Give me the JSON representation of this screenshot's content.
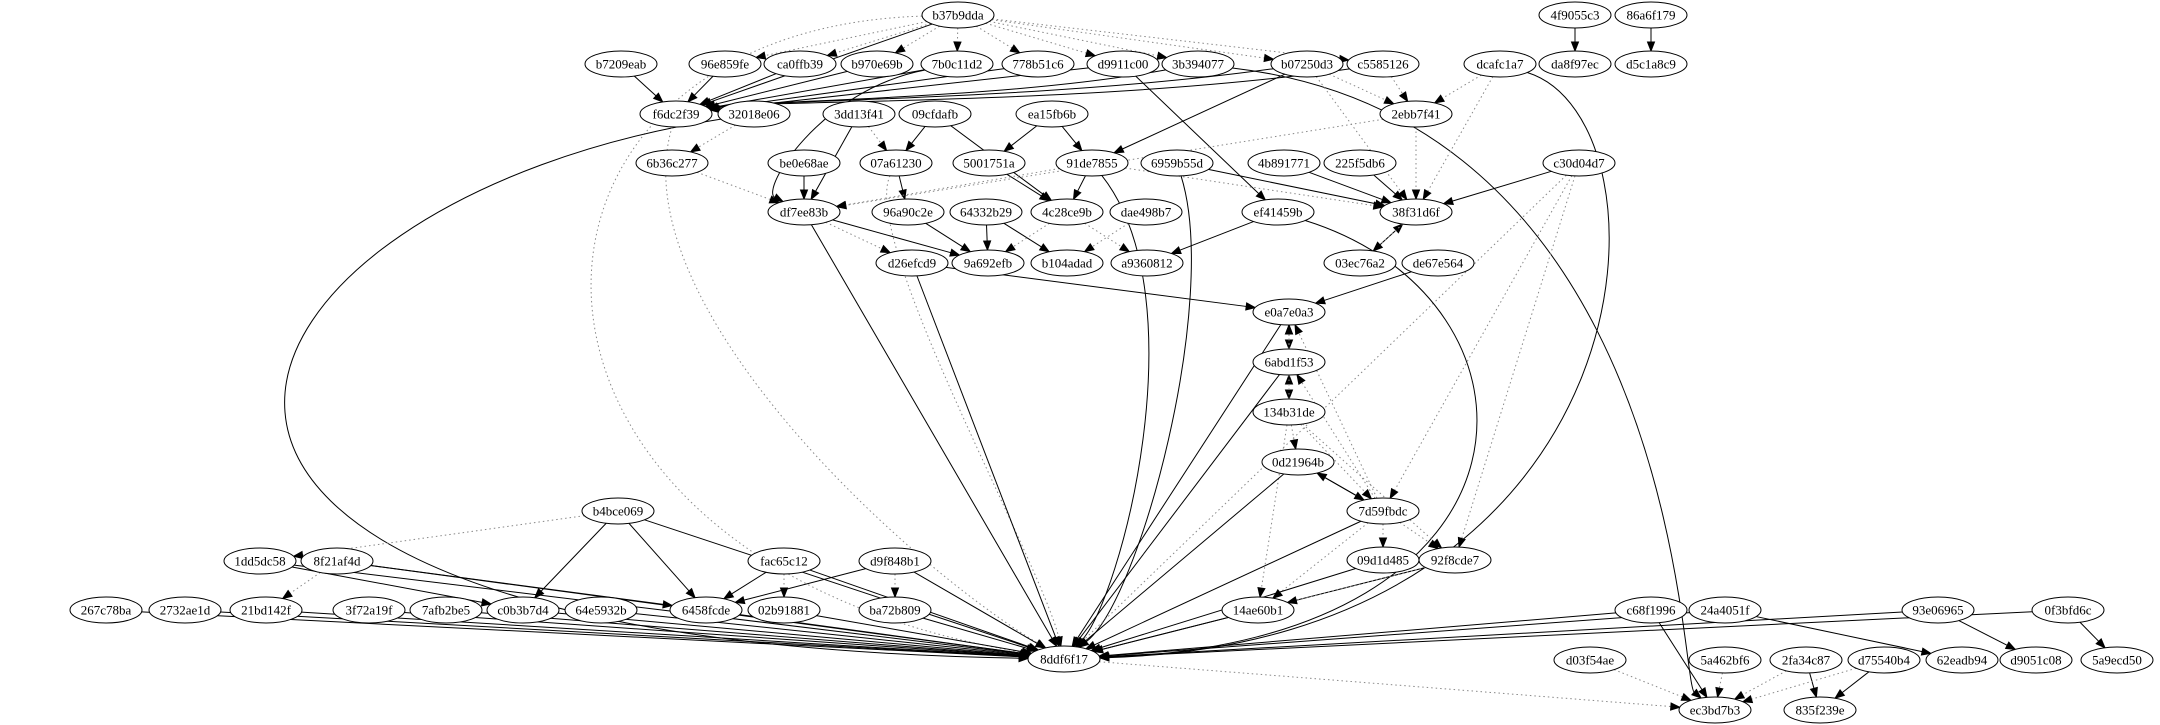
{
  "nodes": [
    "b37b9dda",
    "4f9055c3",
    "86a6f179",
    "b7209eab",
    "96e859fe",
    "ca0ffb39",
    "b970e69b",
    "7b0c11d2",
    "778b51c6",
    "d9911c00",
    "3b394077",
    "b07250d3",
    "c5585126",
    "dcafc1a7",
    "da8f97ec",
    "d5c1a8c9",
    "f6dc2f39",
    "32018e06",
    "3dd13f41",
    "09cfdafb",
    "ea15fb6b",
    "2ebb7f41",
    "6b36c277",
    "be0e68ae",
    "07a61230",
    "5001751a",
    "91de7855",
    "6959b55d",
    "4b891771",
    "225f5db6",
    "c30d04d7",
    "df7ee83b",
    "96a90c2e",
    "64332b29",
    "4c28ce9b",
    "dae498b7",
    "ef41459b",
    "38f31d6f",
    "d26efcd9",
    "9a692efb",
    "b104adad",
    "a9360812",
    "03ec76a2",
    "de67e564",
    "e0a7e0a3",
    "6abd1f53",
    "134b31de",
    "0d21964b",
    "7d59fbdc",
    "09d1d485",
    "92f8cde7",
    "14ae60b1",
    "b4bce069",
    "1dd5dc58",
    "8f21af4d",
    "fac65c12",
    "d9f848b1",
    "267c78ba",
    "2732ae1d",
    "21bd142f",
    "3f72a19f",
    "7afb2be5",
    "c0b3b7d4",
    "64e5932b",
    "6458fcde",
    "02b91881",
    "ba72b809",
    "c68f1996",
    "24a4051f",
    "93e06965",
    "0f3bfd6c",
    "8ddf6f17",
    "d03f54ae",
    "5a462bf6",
    "2fa34c87",
    "d75540b4",
    "62eadb94",
    "d9051c08",
    "5a9ecd50",
    "ec3bd7b3",
    "835f239e"
  ],
  "edges": [
    [
      "b37b9dda",
      "f6dc2f39",
      "solid"
    ],
    [
      "b37b9dda",
      "96e859fe",
      "dotted"
    ],
    [
      "b37b9dda",
      "ca0ffb39",
      "dotted"
    ],
    [
      "b37b9dda",
      "b970e69b",
      "dotted"
    ],
    [
      "b37b9dda",
      "7b0c11d2",
      "dotted"
    ],
    [
      "b37b9dda",
      "778b51c6",
      "dotted"
    ],
    [
      "b37b9dda",
      "d9911c00",
      "dotted"
    ],
    [
      "b37b9dda",
      "3b394077",
      "dotted"
    ],
    [
      "b37b9dda",
      "b07250d3",
      "dotted"
    ],
    [
      "b37b9dda",
      "c5585126",
      "dotted"
    ],
    [
      "b37b9dda",
      "8ddf6f17",
      "dotted"
    ],
    [
      "4f9055c3",
      "da8f97ec",
      "solid"
    ],
    [
      "86a6f179",
      "d5c1a8c9",
      "solid"
    ],
    [
      "b7209eab",
      "f6dc2f39",
      "solid"
    ],
    [
      "96e859fe",
      "f6dc2f39",
      "solid"
    ],
    [
      "ca0ffb39",
      "f6dc2f39",
      "solid"
    ],
    [
      "b970e69b",
      "f6dc2f39",
      "solid"
    ],
    [
      "7b0c11d2",
      "f6dc2f39",
      "solid"
    ],
    [
      "7b0c11d2",
      "df7ee83b",
      "solid"
    ],
    [
      "778b51c6",
      "f6dc2f39",
      "solid"
    ],
    [
      "d9911c00",
      "f6dc2f39",
      "solid"
    ],
    [
      "d9911c00",
      "ef41459b",
      "solid"
    ],
    [
      "3b394077",
      "f6dc2f39",
      "solid"
    ],
    [
      "3b394077",
      "ec3bd7b3",
      "solid"
    ],
    [
      "b07250d3",
      "f6dc2f39",
      "solid"
    ],
    [
      "b07250d3",
      "91de7855",
      "solid"
    ],
    [
      "b07250d3",
      "2ebb7f41",
      "dotted"
    ],
    [
      "b07250d3",
      "38f31d6f",
      "dotted"
    ],
    [
      "c5585126",
      "f6dc2f39",
      "solid"
    ],
    [
      "c5585126",
      "2ebb7f41",
      "dotted"
    ],
    [
      "dcafc1a7",
      "2ebb7f41",
      "dotted"
    ],
    [
      "dcafc1a7",
      "38f31d6f",
      "dotted"
    ],
    [
      "dcafc1a7",
      "8ddf6f17",
      "solid"
    ],
    [
      "32018e06",
      "8ddf6f17",
      "solid"
    ],
    [
      "32018e06",
      "6b36c277",
      "dotted"
    ],
    [
      "f6dc2f39",
      "8ddf6f17",
      "dotted"
    ],
    [
      "3dd13f41",
      "df7ee83b",
      "solid"
    ],
    [
      "3dd13f41",
      "07a61230",
      "dotted"
    ],
    [
      "09cfdafb",
      "07a61230",
      "solid"
    ],
    [
      "09cfdafb",
      "4c28ce9b",
      "solid"
    ],
    [
      "ea15fb6b",
      "5001751a",
      "solid"
    ],
    [
      "ea15fb6b",
      "91de7855",
      "solid"
    ],
    [
      "2ebb7f41",
      "df7ee83b",
      "dotted"
    ],
    [
      "2ebb7f41",
      "38f31d6f",
      "dotted"
    ],
    [
      "6b36c277",
      "df7ee83b",
      "dotted"
    ],
    [
      "be0e68ae",
      "df7ee83b",
      "solid"
    ],
    [
      "07a61230",
      "96a90c2e",
      "solid"
    ],
    [
      "07a61230",
      "8ddf6f17",
      "dotted"
    ],
    [
      "5001751a",
      "4c28ce9b",
      "solid"
    ],
    [
      "91de7855",
      "4c28ce9b",
      "solid"
    ],
    [
      "91de7855",
      "df7ee83b",
      "dotted"
    ],
    [
      "91de7855",
      "8ddf6f17",
      "solid"
    ],
    [
      "91de7855",
      "38f31d6f",
      "dotted"
    ],
    [
      "6959b55d",
      "38f31d6f",
      "solid"
    ],
    [
      "6959b55d",
      "8ddf6f17",
      "solid"
    ],
    [
      "4b891771",
      "38f31d6f",
      "solid"
    ],
    [
      "225f5db6",
      "38f31d6f",
      "solid"
    ],
    [
      "c30d04d7",
      "38f31d6f",
      "solid"
    ],
    [
      "c30d04d7",
      "7d59fbdc",
      "dotted"
    ],
    [
      "c30d04d7",
      "92f8cde7",
      "dotted"
    ],
    [
      "c30d04d7",
      "8ddf6f17",
      "dotted"
    ],
    [
      "df7ee83b",
      "9a692efb",
      "solid"
    ],
    [
      "df7ee83b",
      "d26efcd9",
      "dotted"
    ],
    [
      "df7ee83b",
      "8ddf6f17",
      "solid"
    ],
    [
      "96a90c2e",
      "9a692efb",
      "solid"
    ],
    [
      "64332b29",
      "9a692efb",
      "solid"
    ],
    [
      "64332b29",
      "b104adad",
      "solid"
    ],
    [
      "4c28ce9b",
      "9a692efb",
      "dotted"
    ],
    [
      "4c28ce9b",
      "a9360812",
      "dotted"
    ],
    [
      "dae498b7",
      "b104adad",
      "dotted"
    ],
    [
      "ef41459b",
      "a9360812",
      "solid"
    ],
    [
      "ef41459b",
      "8ddf6f17",
      "solid"
    ],
    [
      "03ec76a2",
      "38f31d6f",
      "solid"
    ],
    [
      "38f31d6f",
      "03ec76a2",
      "dotted"
    ],
    [
      "d26efcd9",
      "e0a7e0a3",
      "solid"
    ],
    [
      "d26efcd9",
      "8ddf6f17",
      "solid"
    ],
    [
      "de67e564",
      "e0a7e0a3",
      "solid"
    ],
    [
      "e0a7e0a3",
      "8ddf6f17",
      "solid"
    ],
    [
      "e0a7e0a3",
      "6abd1f53",
      "dotted"
    ],
    [
      "6abd1f53",
      "e0a7e0a3",
      "dotted"
    ],
    [
      "6abd1f53",
      "8ddf6f17",
      "solid"
    ],
    [
      "6abd1f53",
      "134b31de",
      "dotted"
    ],
    [
      "134b31de",
      "6abd1f53",
      "dotted"
    ],
    [
      "134b31de",
      "e0a7e0a3",
      "dotted"
    ],
    [
      "134b31de",
      "0d21964b",
      "dotted"
    ],
    [
      "134b31de",
      "14ae60b1",
      "dotted"
    ],
    [
      "134b31de",
      "7d59fbdc",
      "dotted"
    ],
    [
      "134b31de",
      "92f8cde7",
      "dotted"
    ],
    [
      "0d21964b",
      "7d59fbdc",
      "solid"
    ],
    [
      "7d59fbdc",
      "0d21964b",
      "solid"
    ],
    [
      "0d21964b",
      "8ddf6f17",
      "solid"
    ],
    [
      "7d59fbdc",
      "09d1d485",
      "dotted"
    ],
    [
      "7d59fbdc",
      "92f8cde7",
      "dotted"
    ],
    [
      "7d59fbdc",
      "14ae60b1",
      "dotted"
    ],
    [
      "7d59fbdc",
      "e0a7e0a3",
      "dotted"
    ],
    [
      "7d59fbdc",
      "6abd1f53",
      "dotted"
    ],
    [
      "7d59fbdc",
      "8ddf6f17",
      "solid"
    ],
    [
      "09d1d485",
      "8ddf6f17",
      "solid"
    ],
    [
      "92f8cde7",
      "8ddf6f17",
      "solid"
    ],
    [
      "92f8cde7",
      "14ae60b1",
      "dotted"
    ],
    [
      "14ae60b1",
      "8ddf6f17",
      "solid"
    ],
    [
      "b4bce069",
      "1dd5dc58",
      "dotted"
    ],
    [
      "b4bce069",
      "c0b3b7d4",
      "solid"
    ],
    [
      "b4bce069",
      "6458fcde",
      "solid"
    ],
    [
      "b4bce069",
      "8ddf6f17",
      "solid"
    ],
    [
      "1dd5dc58",
      "8ddf6f17",
      "solid"
    ],
    [
      "1dd5dc58",
      "c0b3b7d4",
      "solid"
    ],
    [
      "8f21af4d",
      "21bd142f",
      "dotted"
    ],
    [
      "8f21af4d",
      "6458fcde",
      "solid"
    ],
    [
      "8f21af4d",
      "8ddf6f17",
      "solid"
    ],
    [
      "fac65c12",
      "6458fcde",
      "solid"
    ],
    [
      "fac65c12",
      "02b91881",
      "dotted"
    ],
    [
      "fac65c12",
      "8ddf6f17",
      "solid"
    ],
    [
      "d9f848b1",
      "6458fcde",
      "solid"
    ],
    [
      "d9f848b1",
      "ba72b809",
      "dotted"
    ],
    [
      "d9f848b1",
      "8ddf6f17",
      "solid"
    ],
    [
      "267c78ba",
      "8ddf6f17",
      "solid"
    ],
    [
      "2732ae1d",
      "8ddf6f17",
      "solid"
    ],
    [
      "21bd142f",
      "8ddf6f17",
      "solid"
    ],
    [
      "3f72a19f",
      "8ddf6f17",
      "solid"
    ],
    [
      "7afb2be5",
      "8ddf6f17",
      "solid"
    ],
    [
      "c0b3b7d4",
      "8ddf6f17",
      "solid"
    ],
    [
      "64e5932b",
      "8ddf6f17",
      "solid"
    ],
    [
      "6458fcde",
      "8ddf6f17",
      "solid"
    ],
    [
      "02b91881",
      "8ddf6f17",
      "solid"
    ],
    [
      "ba72b809",
      "8ddf6f17",
      "solid"
    ],
    [
      "8ddf6f17",
      "ec3bd7b3",
      "dotted"
    ],
    [
      "c68f1996",
      "8ddf6f17",
      "solid"
    ],
    [
      "c68f1996",
      "ec3bd7b3",
      "solid"
    ],
    [
      "24a4051f",
      "8ddf6f17",
      "solid"
    ],
    [
      "24a4051f",
      "62eadb94",
      "solid"
    ],
    [
      "93e06965",
      "8ddf6f17",
      "solid"
    ],
    [
      "93e06965",
      "d9051c08",
      "solid"
    ],
    [
      "0f3bfd6c",
      "8ddf6f17",
      "solid"
    ],
    [
      "0f3bfd6c",
      "5a9ecd50",
      "solid"
    ],
    [
      "d03f54ae",
      "ec3bd7b3",
      "dotted"
    ],
    [
      "5a462bf6",
      "ec3bd7b3",
      "dotted"
    ],
    [
      "2fa34c87",
      "ec3bd7b3",
      "dotted"
    ],
    [
      "2fa34c87",
      "835f239e",
      "solid"
    ],
    [
      "d75540b4",
      "ec3bd7b3",
      "dotted"
    ],
    [
      "d75540b4",
      "835f239e",
      "solid"
    ]
  ]
}
